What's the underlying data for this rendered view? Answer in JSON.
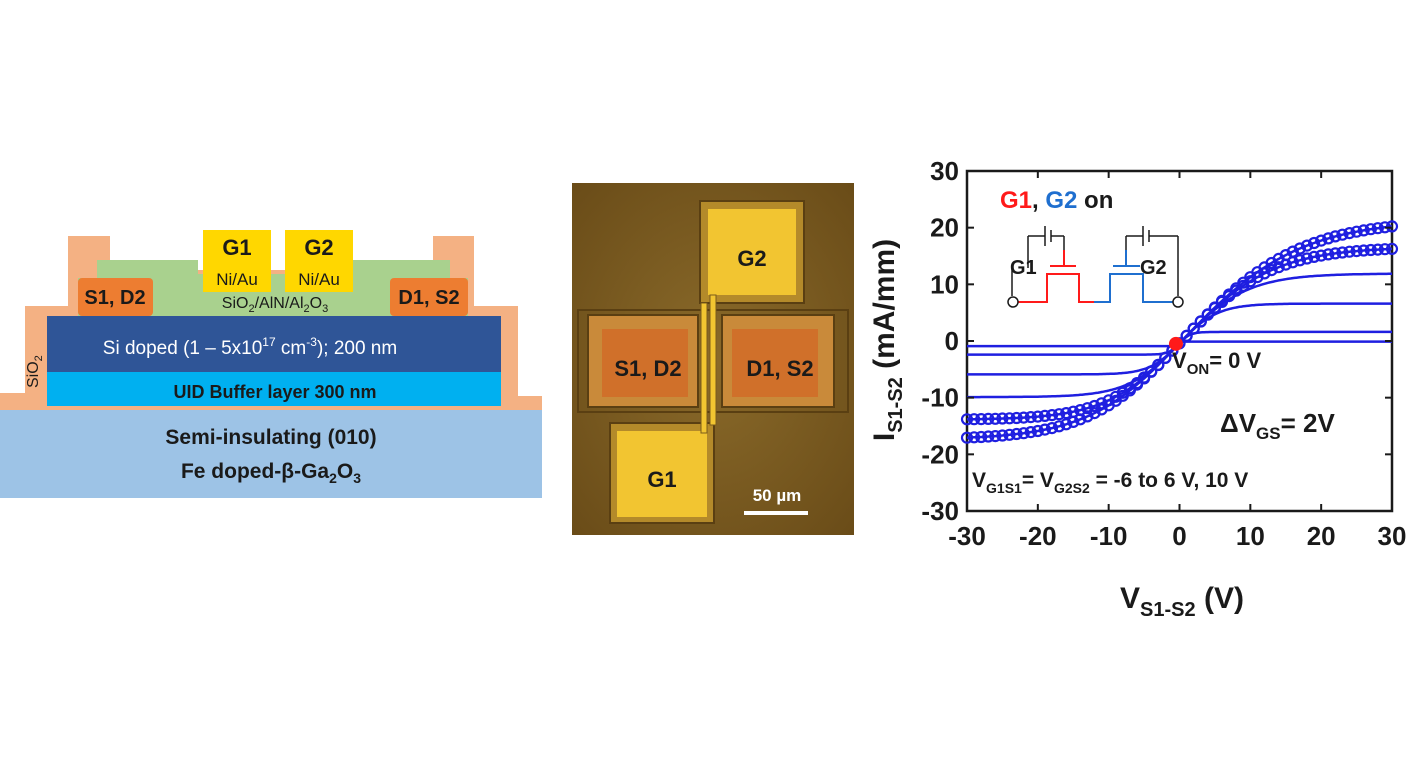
{
  "cross_section": {
    "gate1": "G1",
    "gate2": "G2",
    "gate1_metal": "Ni/Au",
    "gate2_metal": "Ni/Au",
    "dielectric_parts": [
      "SiO",
      "2",
      "/AlN/Al",
      "2",
      "O",
      "3"
    ],
    "contact_left": "S1, D2",
    "contact_right": "D1, S2",
    "passivation_parts": [
      "SiO",
      "2"
    ],
    "channel_parts": [
      "Si doped (1 – 5x10",
      "17",
      " cm",
      "-3",
      "); 200 nm"
    ],
    "buffer": "UID Buffer layer 300 nm",
    "substrate_line1": "Semi-insulating (010)",
    "substrate_line2_parts": [
      "Fe doped-β-Ga",
      "2",
      "O",
      "3"
    ],
    "colors": {
      "passivation": "#f4b183",
      "dielectric": "#a9d18e",
      "contact": "#ed7d31",
      "gate": "#ffd700",
      "channel": "#2f5597",
      "buffer": "#00b0f0",
      "substrate": "#9dc3e6"
    }
  },
  "micrograph": {
    "pad_top": "G2",
    "pad_bottom": "G1",
    "pad_left": "S1, D2",
    "pad_right": "D1, S2",
    "scale_bar": "50 µm",
    "colors": {
      "background": "#7a5a20",
      "gate_pad": "#f2c531",
      "sd_pad": "#d0702a"
    }
  },
  "chart_data": {
    "type": "line",
    "title": "",
    "xlabel_parts": [
      "V",
      "S1-S2",
      " (V)"
    ],
    "ylabel_parts": [
      "I",
      "S1-S2",
      " (mA/mm)"
    ],
    "xlim": [
      -30,
      30
    ],
    "ylim": [
      -30,
      30
    ],
    "xticks": [
      "-30",
      "-20",
      "-10",
      "0",
      "10",
      "20",
      "30"
    ],
    "yticks": [
      "30",
      "20",
      "10",
      "0",
      "-10",
      "-20",
      "-30"
    ],
    "series": [
      {
        "neg_sat": -0.5,
        "pos_sat": 0.3,
        "markers": false
      },
      {
        "neg_sat": -2.0,
        "pos_sat": 2.0,
        "markers": false
      },
      {
        "neg_sat": -5.5,
        "pos_sat": 7.0,
        "markers": false
      },
      {
        "neg_sat": -9.5,
        "pos_sat": 12.3,
        "markers": false
      },
      {
        "neg_sat": -13.5,
        "pos_sat": 17.0,
        "markers": true
      },
      {
        "neg_sat": -17.0,
        "pos_sat": 21.8,
        "markers": true
      }
    ],
    "von_point": {
      "x": -0.5,
      "y": -0.5
    },
    "annotations": {
      "von_parts": [
        "V",
        "ON",
        "= 0 V"
      ],
      "dvgs_parts": [
        "ΔV",
        "GS",
        "= 2V"
      ],
      "bias_parts": [
        "V",
        "G1S1",
        "= V",
        "G2S2",
        " = -6 to 6 V, 10 V"
      ],
      "inset_g1": "G1",
      "inset_comma": ", ",
      "inset_g2": "G2",
      "inset_on": " on",
      "inset_label_g1": "G1",
      "inset_label_g2": "G2"
    },
    "colors": {
      "curve": "#1f1fe0",
      "von_dot": "#ff1a1a",
      "g1": "#ff1a1a",
      "g2": "#1f6fcf"
    }
  }
}
